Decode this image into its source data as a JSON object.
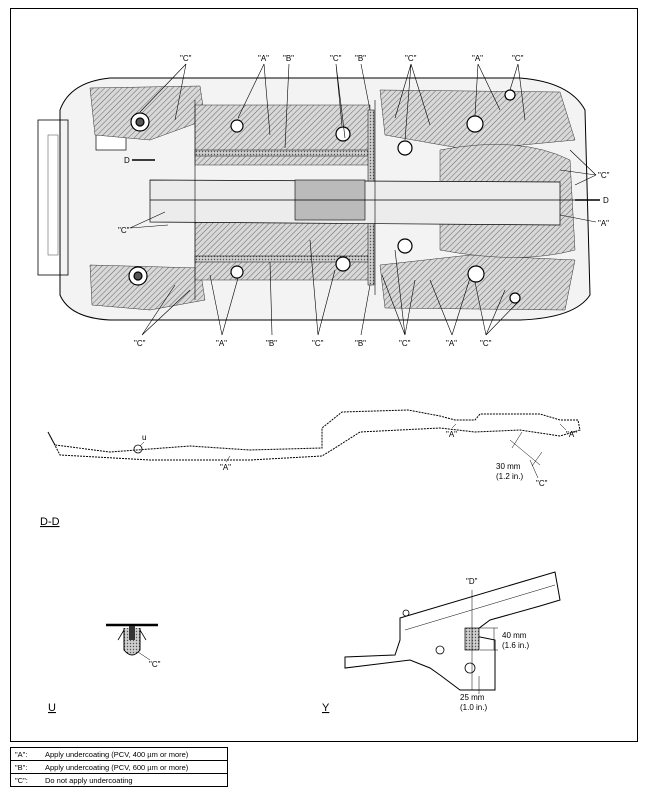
{
  "callouts": {
    "top_c1": "\"C\"",
    "top_a1": "\"A\"",
    "top_b1": "\"B\"",
    "top_c2": "\"C\"",
    "top_b2": "\"B\"",
    "top_c3": "\"C\"",
    "top_a2": "\"A\"",
    "top_c4": "\"C\"",
    "left_d": "D",
    "left_c": "\"C\"",
    "right_c": "\"C\"",
    "right_d": "D",
    "right_a": "\"A\"",
    "bot_c1": "\"C\"",
    "bot_a1": "\"A\"",
    "bot_b1": "\"B\"",
    "bot_c2": "\"C\"",
    "bot_b2": "\"B\"",
    "bot_c3": "\"C\"",
    "bot_a2": "\"A\"",
    "bot_c4": "\"C\""
  },
  "section_dd": {
    "label": "D-D",
    "u_mark": "u",
    "a_left": "\"A\"",
    "a_mid": "\"A\"",
    "a_right": "\"A\"",
    "c_label": "\"C\"",
    "dim_mm": "30 mm",
    "dim_in": "(1.2 in.)"
  },
  "detail_u": {
    "label": "U",
    "c_label": "\"C\""
  },
  "detail_y": {
    "label": "Y",
    "d_label": "\"D\"",
    "dim1_mm": "40 mm",
    "dim1_in": "(1.6 in.)",
    "dim2_mm": "25 mm",
    "dim2_in": "(1.0 in.)"
  },
  "legend": [
    {
      "code": "\"A\":",
      "text": "Apply undercoating (PCV, 400 µm or more)"
    },
    {
      "code": "\"B\":",
      "text": "Apply undercoating (PCV, 600 µm or more)"
    },
    {
      "code": "\"C\":",
      "text": "Do not apply undercoating"
    }
  ]
}
